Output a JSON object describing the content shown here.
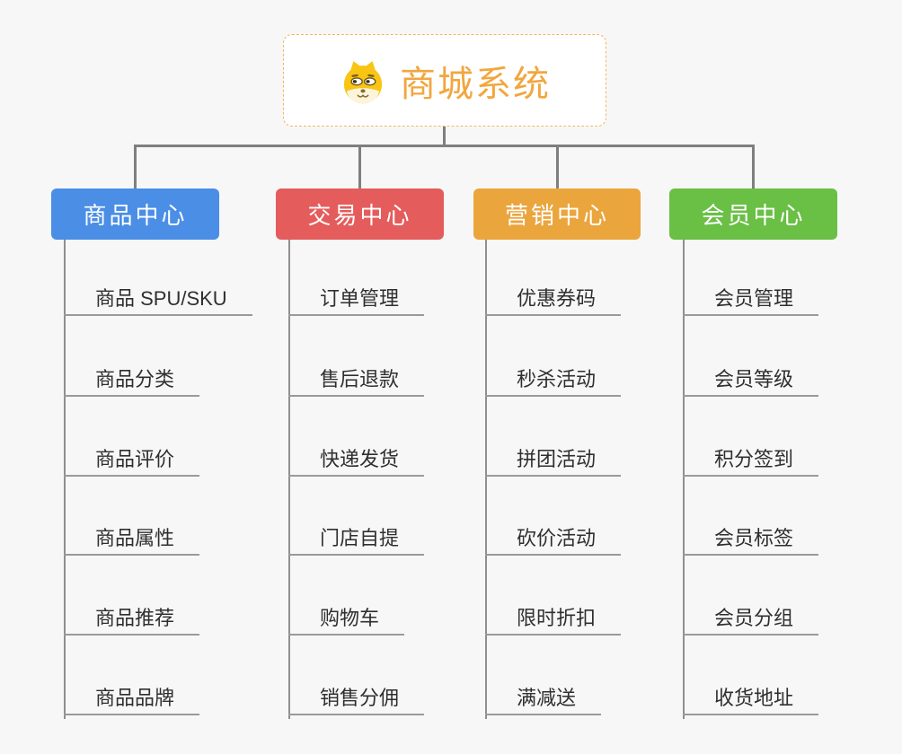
{
  "root": {
    "label": "商城系统",
    "icon": "doge-icon",
    "accent_color": "#f2a63e",
    "border_color": "#f0b763"
  },
  "connector_color": "#7f7f7f",
  "background_color": "#f7f7f7",
  "branches": [
    {
      "label": "商品中心",
      "color": "#4a8ee6",
      "children": [
        "商品 SPU/SKU",
        "商品分类",
        "商品评价",
        "商品属性",
        "商品推荐",
        "商品品牌"
      ]
    },
    {
      "label": "交易中心",
      "color": "#e45c5c",
      "children": [
        "订单管理",
        "售后退款",
        "快递发货",
        "门店自提",
        "购物车",
        "销售分佣"
      ]
    },
    {
      "label": "营销中心",
      "color": "#eba53d",
      "children": [
        "优惠券码",
        "秒杀活动",
        "拼团活动",
        "砍价活动",
        "限时折扣",
        "满减送"
      ]
    },
    {
      "label": "会员中心",
      "color": "#6abf45",
      "children": [
        "会员管理",
        "会员等级",
        "积分签到",
        "会员标签",
        "会员分组",
        "收货地址"
      ]
    }
  ]
}
